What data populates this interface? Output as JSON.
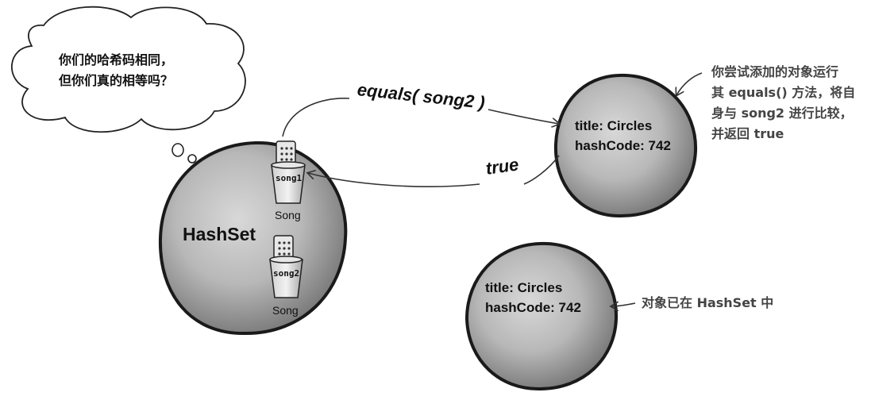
{
  "bubble": {
    "line1": "你们的哈希码相同，",
    "line2": "但你们真的相等吗？"
  },
  "hashset": {
    "label": "HashSet"
  },
  "song1": {
    "cup_label": "song1",
    "caption": "Song"
  },
  "song2": {
    "cup_label": "song2",
    "caption": "Song"
  },
  "call": {
    "label": "equals( song2 )"
  },
  "result": {
    "label": "true"
  },
  "object_top": {
    "title": "title: Circles",
    "hash": "hashCode: 742"
  },
  "object_bottom": {
    "title": "title: Circles",
    "hash": "hashCode: 742"
  },
  "note_top": {
    "line1": "你尝试添加的对象运行",
    "line2": "其 equals() 方法，将自",
    "line3": "身与 song2 进行比较，",
    "line4": "并返回 true"
  },
  "note_bottom": {
    "text": "对象已在 HashSet 中"
  }
}
